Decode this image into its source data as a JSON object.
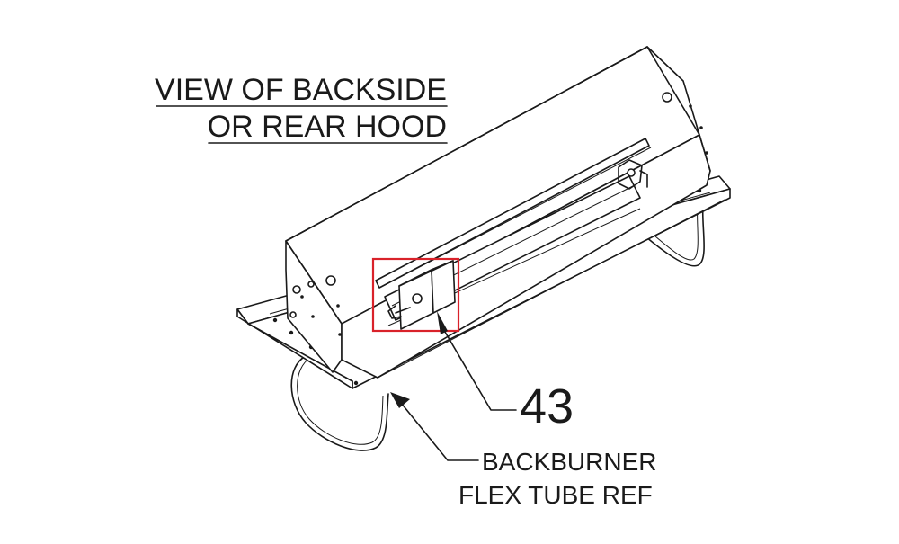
{
  "view_title": {
    "line1": "VIEW OF BACKSIDE",
    "line2": "OR REAR HOOD"
  },
  "callout_part": {
    "number": "43",
    "highlight_color": "#d9222a"
  },
  "callout_reference": {
    "line1": "BACKBURNER",
    "line2": "FLEX TUBE REF"
  }
}
